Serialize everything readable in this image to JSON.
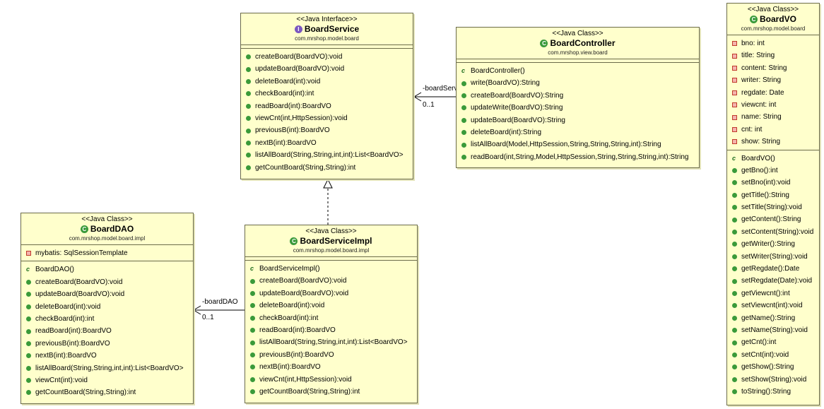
{
  "boardService": {
    "stereotype": "<<Java Interface>>",
    "name": "BoardService",
    "package": "com.mrshop.model.board",
    "methods": [
      "createBoard(BoardVO):void",
      "updateBoard(BoardVO):void",
      "deleteBoard(int):void",
      "checkBoard(int):int",
      "readBoard(int):BoardVO",
      "viewCnt(int,HttpSession):void",
      "previousB(int):BoardVO",
      "nextB(int):BoardVO",
      "listAllBoard(String,String,int,int):List<BoardVO>",
      "getCountBoard(String,String):int"
    ]
  },
  "boardController": {
    "stereotype": "<<Java Class>>",
    "name": "BoardController",
    "package": "com.mrshop.view.board",
    "methods": [
      "BoardController()",
      "write(BoardVO):String",
      "createBoard(BoardVO):String",
      "updateWrite(BoardVO):String",
      "updateBoard(BoardVO):String",
      "deleteBoard(int):String",
      "listAllBoard(Model,HttpSession,String,String,String,int):String",
      "readBoard(int,String,Model,HttpSession,String,String,String,int):String"
    ]
  },
  "boardVO": {
    "stereotype": "<<Java Class>>",
    "name": "BoardVO",
    "package": "com.mrshop.model.board",
    "fields": [
      "bno: int",
      "title: String",
      "content: String",
      "writer: String",
      "regdate: Date",
      "viewcnt: int",
      "name: String",
      "cnt: int",
      "show: String"
    ],
    "methods": [
      "BoardVO()",
      "getBno():int",
      "setBno(int):void",
      "getTitle():String",
      "setTitle(String):void",
      "getContent():String",
      "setContent(String):void",
      "getWriter():String",
      "setWriter(String):void",
      "getRegdate():Date",
      "setRegdate(Date):void",
      "getViewcnt():int",
      "setViewcnt(int):void",
      "getName():String",
      "setName(String):void",
      "getCnt():int",
      "setCnt(int):void",
      "getShow():String",
      "setShow(String):void",
      "toString():String"
    ]
  },
  "boardDAO": {
    "stereotype": "<<Java Class>>",
    "name": "BoardDAO",
    "package": "com.mrshop.model.board.impl",
    "fields": [
      "mybatis: SqlSessionTemplate"
    ],
    "methods": [
      "BoardDAO()",
      "createBoard(BoardVO):void",
      "updateBoard(BoardVO):void",
      "deleteBoard(int):void",
      "checkBoard(int):int",
      "readBoard(int):BoardVO",
      "previousB(int):BoardVO",
      "nextB(int):BoardVO",
      "listAllBoard(String,String,int,int):List<BoardVO>",
      "viewCnt(int):void",
      "getCountBoard(String,String):int"
    ]
  },
  "boardServiceImpl": {
    "stereotype": "<<Java Class>>",
    "name": "BoardServiceImpl",
    "package": "com.mrshop.model.board.impl",
    "methods": [
      "BoardServiceImpl()",
      "createBoard(BoardVO):void",
      "updateBoard(BoardVO):void",
      "deleteBoard(int):void",
      "checkBoard(int):int",
      "readBoard(int):BoardVO",
      "listAllBoard(String,String,int,int):List<BoardVO>",
      "previousB(int):BoardVO",
      "nextB(int):BoardVO",
      "viewCnt(int,HttpSession):void",
      "getCountBoard(String,String):int"
    ]
  },
  "associations": {
    "controllerToService": {
      "role": "-boardService",
      "multiplicity": "0..1"
    },
    "implToDao": {
      "role": "-boardDAO",
      "multiplicity": "0..1"
    }
  }
}
